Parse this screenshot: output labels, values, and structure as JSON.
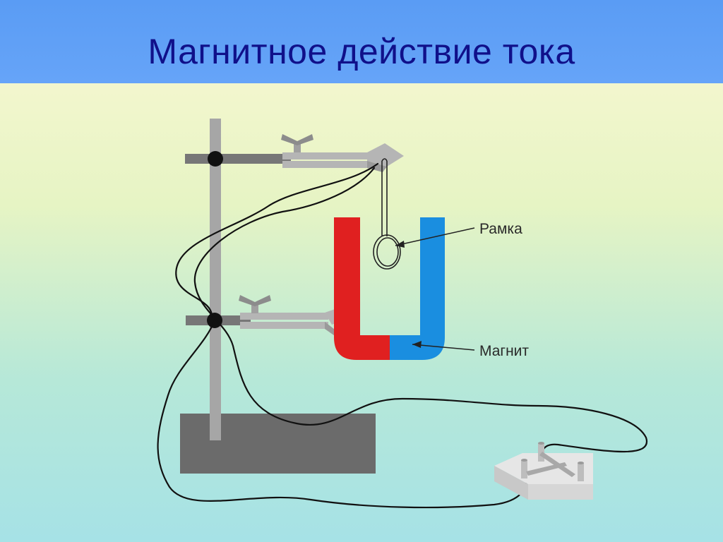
{
  "title": "Магнитное действие тока",
  "labels": {
    "frame": "Рамка",
    "magnet": "Магнит"
  },
  "colors": {
    "title_bar": "#5a9cf4",
    "title_text": "#10108a",
    "magnet_north": "#e02020",
    "magnet_south": "#1a8ee0",
    "stand": "#a6a6a6",
    "base": "#6b6b6b"
  }
}
